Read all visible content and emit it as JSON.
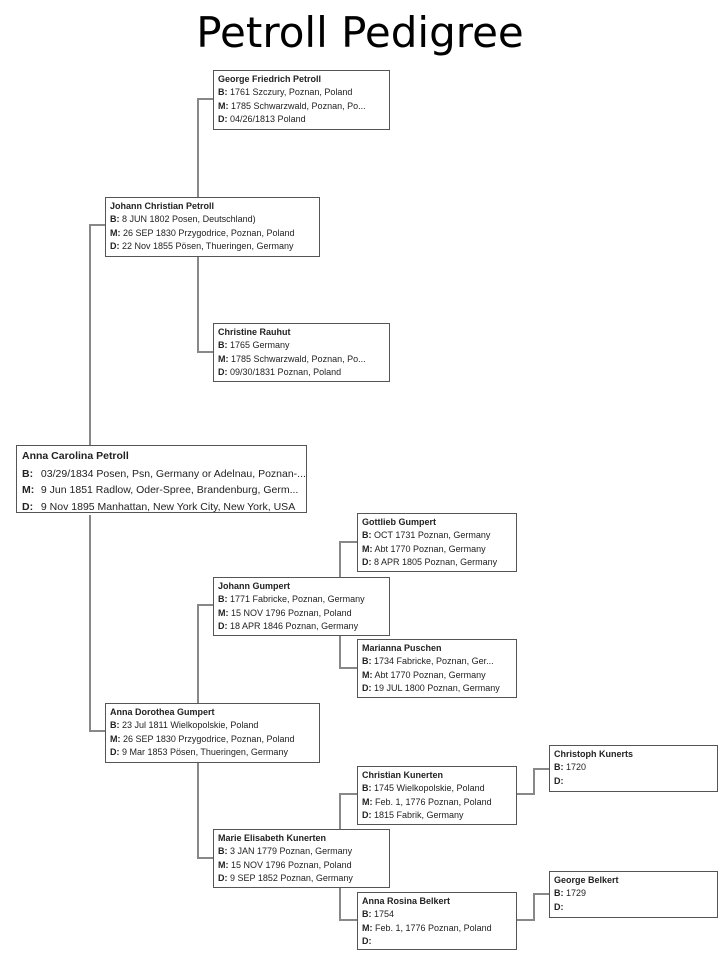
{
  "title": "Petroll Pedigree",
  "people": {
    "george_friedrich": {
      "name": "George Friedrich Petroll",
      "B": "1761 Szczury, Poznan, Poland",
      "M": "1785 Schwarzwald, Poznan, Po...",
      "D": "04/26/1813 Poland"
    },
    "johann_christian": {
      "name": "Johann Christian Petroll",
      "B": "8 JUN 1802 Posen, Deutschland)",
      "M": "26 SEP 1830 Przygodrice, Poznan, Poland",
      "D": "22 Nov 1855 Pösen, Thueringen, Germany"
    },
    "christine_rauhut": {
      "name": "Christine Rauhut",
      "B": "1765 Germany",
      "M": "1785 Schwarzwald, Poznan, Po...",
      "D": "09/30/1831 Poznan, Poland"
    },
    "anna_carolina": {
      "name": "Anna Carolina Petroll",
      "B": "03/29/1834 Posen, Psn, Germany or Adelnau, Poznan-...",
      "M": "9 Jun 1851 Radlow, Oder-Spree, Brandenburg, Germ...",
      "D": "9 Nov 1895 Manhattan, New York City, New York, USA"
    },
    "gottlieb_gumpert": {
      "name": "Gottlieb Gumpert",
      "B": "OCT 1731 Poznan, Germany",
      "M": "Abt 1770 Poznan, Germany",
      "D": "8 APR 1805 Poznan, Germany"
    },
    "johann_gumpert": {
      "name": "Johann Gumpert",
      "B": "1771 Fabricke, Poznan, Germany",
      "M": "15 NOV 1796 Poznan, Poland",
      "D": "18 APR 1846 Poznan, Germany"
    },
    "marianna_puschen": {
      "name": "Marianna Puschen",
      "B": "1734 Fabricke, Poznan, Ger...",
      "M": "Abt 1770 Poznan, Germany",
      "D": "19 JUL 1800 Poznan, Germany"
    },
    "anna_dorothea": {
      "name": "Anna Dorothea Gumpert",
      "B": "23 Jul 1811 Wielkopolskie, Poland",
      "M": "26 SEP 1830 Przygodrice, Poznan, Poland",
      "D": "9 Mar 1853 Pösen, Thueringen, Germany"
    },
    "christoph_kunerts": {
      "name": "Christoph Kunerts",
      "B": "1720",
      "D": ""
    },
    "christian_kunerten": {
      "name": "Christian Kunerten",
      "B": "1745 Wielkopolskie, Poland",
      "M": "Feb. 1, 1776 Poznan, Poland",
      "D": "1815 Fabrik, Germany"
    },
    "marie_elisabeth": {
      "name": "Marie Elisabeth Kunerten",
      "B": "3 JAN 1779 Poznan, Germany",
      "M": "15 NOV 1796 Poznan, Poland",
      "D": "9 SEP 1852 Poznan, Germany"
    },
    "george_belkert": {
      "name": "George Belkert",
      "B": "1729",
      "D": ""
    },
    "anna_rosina": {
      "name": "Anna Rosina Belkert",
      "B": "1754",
      "M": "Feb. 1, 1776 Poznan, Poland",
      "D": ""
    }
  },
  "labels": {
    "B": "B:",
    "M": "M:",
    "D": "D:"
  }
}
